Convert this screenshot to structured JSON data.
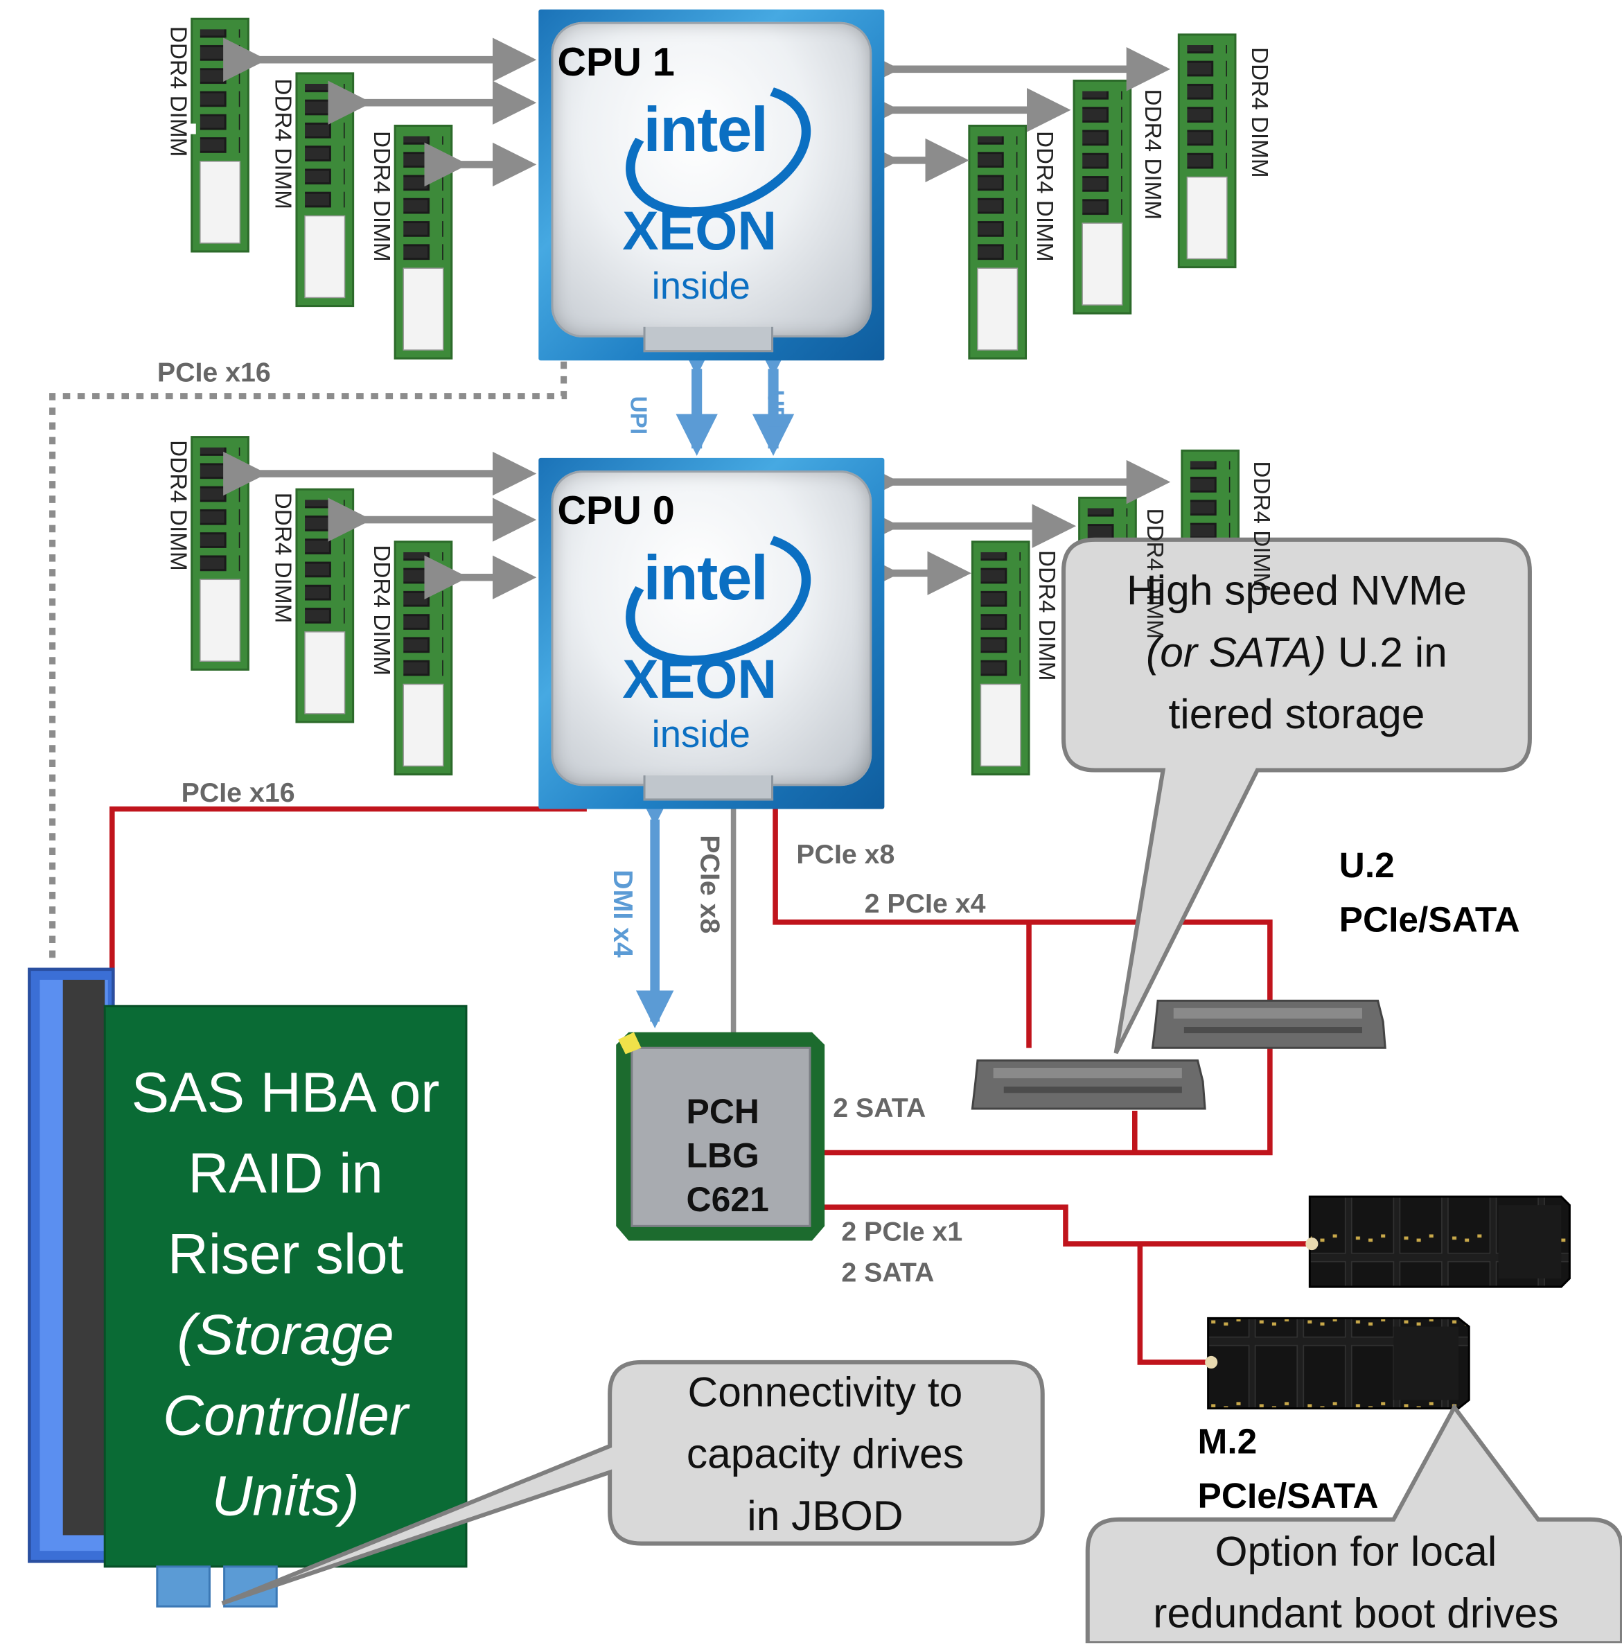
{
  "cpu1": {
    "title": "CPU 1",
    "logo_word": "intel",
    "brand": "XEON",
    "tagline": "inside"
  },
  "cpu0": {
    "title": "CPU 0",
    "logo_word": "intel",
    "brand": "XEON",
    "tagline": "inside"
  },
  "dimm_label": "DDR4 DIMM",
  "links": {
    "upi_left": "UPI",
    "upi_right": "UPI",
    "pcie_x16_top": "PCIe x16",
    "pcie_x16_cpu0": "PCIe x16",
    "dmi": "DMI x4",
    "pcie_x8_vertical": "PCIe x8",
    "pcie_x8": "PCIe x8",
    "pcie_2x4": "2 PCIe x4",
    "sata_2": "2 SATA",
    "pcie_2x1": "2 PCIe x1",
    "sata_2b": "2 SATA"
  },
  "pch": {
    "line1": "PCH",
    "line2": "LBG",
    "line3": "C621"
  },
  "u2": {
    "line1": "U.2",
    "line2": "PCIe/SATA"
  },
  "m2": {
    "line1": "M.2",
    "line2": "PCIe/SATA"
  },
  "sas_card": {
    "line1": "SAS HBA or",
    "line2": "RAID in",
    "line3": "Riser slot",
    "line4": "(Storage",
    "line5": "Controller",
    "line6": "Units)"
  },
  "callouts": {
    "nvme": {
      "line1": "High speed NVMe",
      "line2a": "(or SATA)",
      "line2b": " U.2 in",
      "line3": "tiered storage"
    },
    "jbod": {
      "line1": "Connectivity to",
      "line2": "capacity drives",
      "line3": "in JBOD"
    },
    "boot": {
      "line1": "Option for local",
      "line2": "redundant boot drives"
    }
  },
  "colors": {
    "link_red": "#c0141c",
    "upi_blue": "#5b9bd5",
    "arrow_gray": "#8c8c8c",
    "card_green": "#0a6b35",
    "callout_fill": "#d9d9d9"
  }
}
